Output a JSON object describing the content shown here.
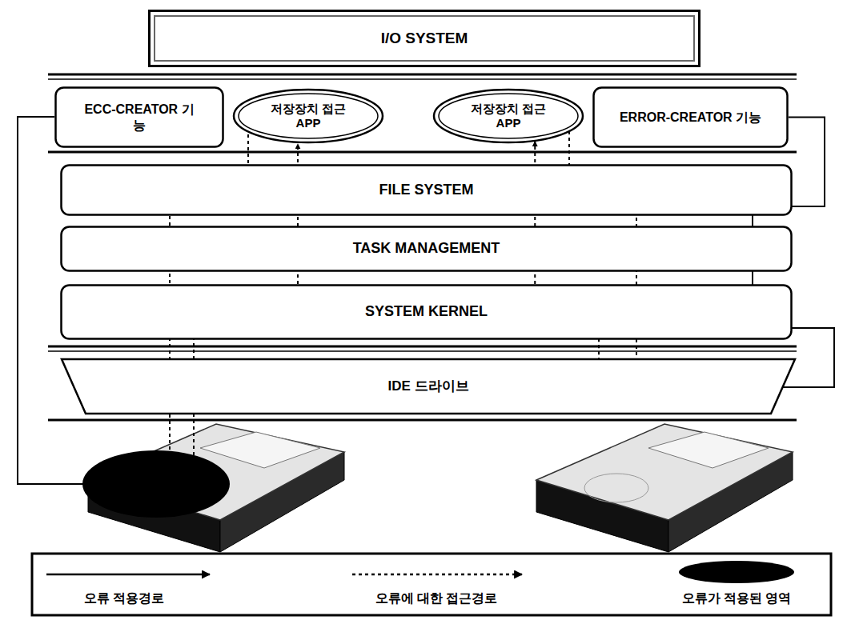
{
  "diagram": {
    "nodes": [
      {
        "text": [
          "I/O SYSTEM"
        ]
      },
      {
        "text": [
          "ECC-CREATOR 기능"
        ]
      },
      {
        "text": [
          "저장장치 접근 APP"
        ]
      },
      {
        "text": [
          "저장장치 접근 APP"
        ]
      },
      {
        "text": [
          "ERROR-CREATOR 기능"
        ]
      },
      {
        "text": [
          "FILE SYSTEM"
        ]
      },
      {
        "text": [
          "TASK MANAGEMENT"
        ]
      },
      {
        "text": [
          "SYSTEM KERNEL"
        ]
      },
      {
        "text": [
          "IDE 드라이브"
        ]
      }
    ],
    "edges": [
      {
        "from": 4,
        "to": 8,
        "arrow": "to"
      },
      {
        "from": 3,
        "to": 8,
        "arrow": "to"
      },
      {
        "from": 8,
        "to": 3,
        "arrow": "to"
      }
    ],
    "legend": [
      {
        "text": "오류 적용경로"
      },
      {
        "text": "오류에 대한 접근경로"
      },
      {
        "text": "오류가 적용된 영역",
        "color": "#000000"
      }
    ]
  }
}
